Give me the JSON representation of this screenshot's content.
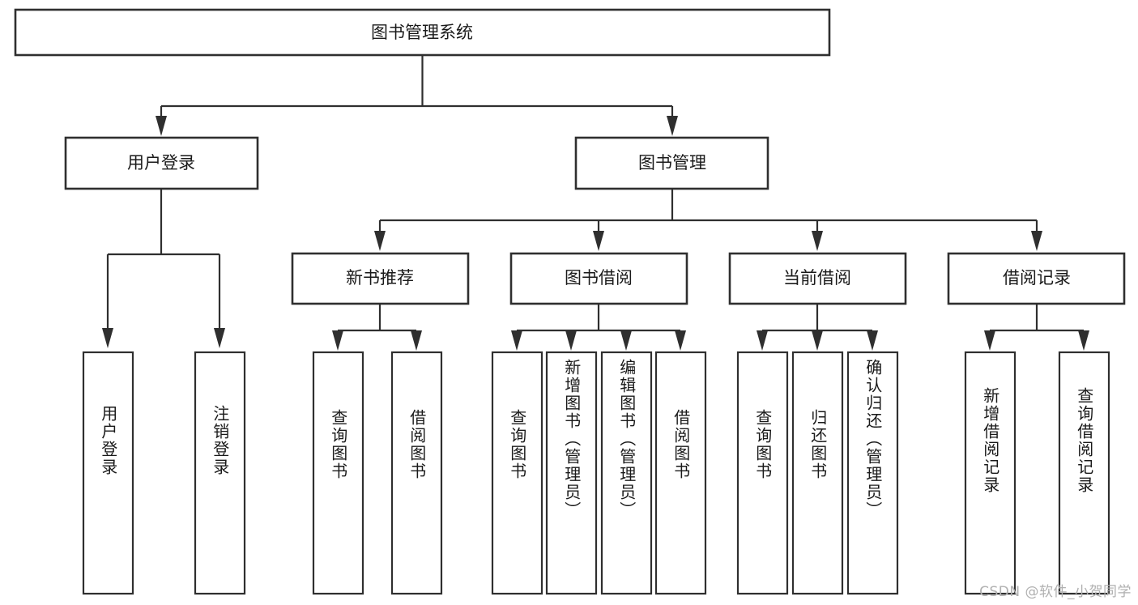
{
  "diagram": {
    "type": "tree-hierarchy-diagram",
    "title": "图书管理系统",
    "watermark": "CSDN @软件_小贺同学",
    "colors": {
      "background": "#ffffff",
      "box_stroke": "#2f2f2f",
      "box_fill": "#ffffff",
      "text": "#1a1a1a",
      "connector": "#2f2f2f",
      "watermark": "#b0b0b0"
    },
    "levels": {
      "root": {
        "label": "图书管理系统",
        "orientation": "horizontal"
      },
      "level2": [
        {
          "id": "user-login",
          "label": "用户登录",
          "orientation": "horizontal"
        },
        {
          "id": "book-management",
          "label": "图书管理",
          "orientation": "horizontal"
        }
      ],
      "level3": [
        {
          "id": "new-book-recommend",
          "label": "新书推荐",
          "orientation": "horizontal",
          "parent": "book-management"
        },
        {
          "id": "book-borrow",
          "label": "图书借阅",
          "orientation": "horizontal",
          "parent": "book-management"
        },
        {
          "id": "current-borrow",
          "label": "当前借阅",
          "orientation": "horizontal",
          "parent": "book-management"
        },
        {
          "id": "borrow-record",
          "label": "借阅记录",
          "orientation": "horizontal",
          "parent": "book-management"
        }
      ],
      "leaves": [
        {
          "id": "leaf-user-login",
          "label": "用户登录",
          "orientation": "vertical",
          "parent": "user-login"
        },
        {
          "id": "leaf-user-logout",
          "label": "注销登录",
          "orientation": "vertical",
          "parent": "user-login"
        },
        {
          "id": "leaf-query-book-1",
          "label": "查询图书",
          "orientation": "vertical",
          "parent": "new-book-recommend"
        },
        {
          "id": "leaf-borrow-book-1",
          "label": "借阅图书",
          "orientation": "vertical",
          "parent": "new-book-recommend"
        },
        {
          "id": "leaf-query-book-2",
          "label": "查询图书",
          "orientation": "vertical",
          "parent": "book-borrow"
        },
        {
          "id": "leaf-add-book",
          "label": "新增图书（管理员）",
          "orientation": "vertical",
          "parent": "book-borrow"
        },
        {
          "id": "leaf-edit-book",
          "label": "编辑图书（管理员）",
          "orientation": "vertical",
          "parent": "book-borrow"
        },
        {
          "id": "leaf-borrow-book-2",
          "label": "借阅图书",
          "orientation": "vertical",
          "parent": "book-borrow"
        },
        {
          "id": "leaf-query-book-3",
          "label": "查询图书",
          "orientation": "vertical",
          "parent": "current-borrow"
        },
        {
          "id": "leaf-return-book",
          "label": "归还图书",
          "orientation": "vertical",
          "parent": "current-borrow"
        },
        {
          "id": "leaf-confirm-return",
          "label": "确认归还（管理员）",
          "orientation": "vertical",
          "parent": "current-borrow"
        },
        {
          "id": "leaf-add-borrow-record",
          "label": "新增借阅记录",
          "orientation": "vertical",
          "parent": "borrow-record"
        },
        {
          "id": "leaf-query-borrow-record",
          "label": "查询借阅记录",
          "orientation": "vertical",
          "parent": "borrow-record"
        }
      ]
    }
  }
}
